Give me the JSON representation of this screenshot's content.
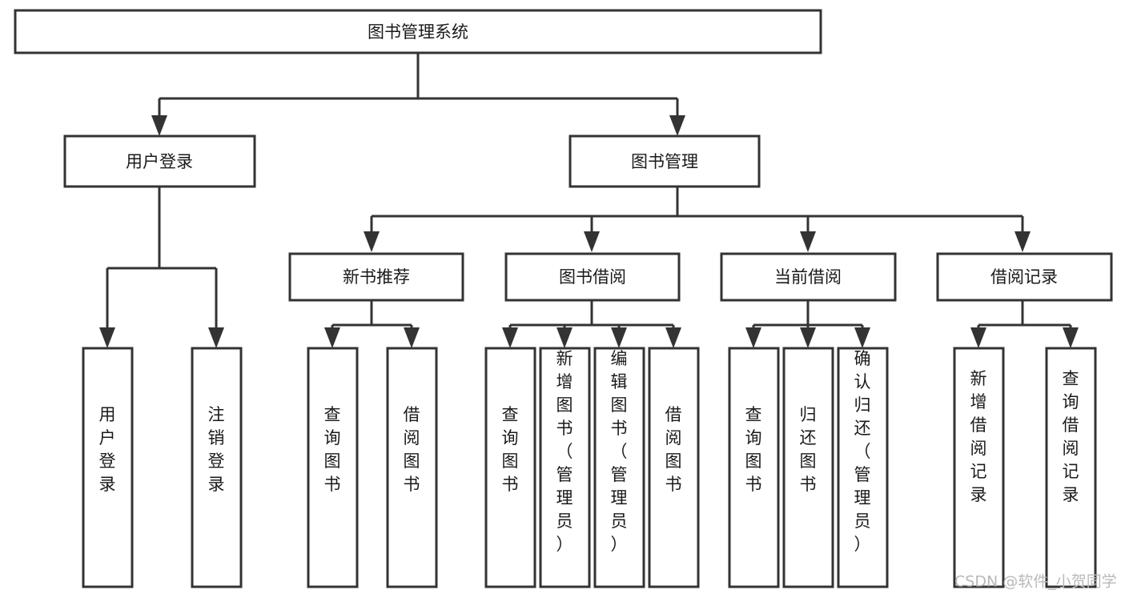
{
  "diagram": {
    "title": "图书管理系统",
    "watermark": "CSDN @软件_小贺同学",
    "colors": {
      "stroke": "#333333",
      "fill": "#ffffff",
      "text": "#1a1a1a",
      "watermark": "#b9b9b9"
    },
    "nodes": {
      "root": {
        "label": "图书管理系统"
      },
      "level2": [
        {
          "label": "用户登录"
        },
        {
          "label": "图书管理"
        }
      ],
      "level3": [
        {
          "label": "新书推荐"
        },
        {
          "label": "图书借阅"
        },
        {
          "label": "当前借阅"
        },
        {
          "label": "借阅记录"
        }
      ],
      "leaves": {
        "user_login": [
          {
            "label": "用户登录"
          },
          {
            "label": "注销登录"
          }
        ],
        "new_book": [
          {
            "label": "查询图书"
          },
          {
            "label": "借阅图书"
          }
        ],
        "borrow_book": [
          {
            "label": "查询图书"
          },
          {
            "label": "新增图书（管理员）"
          },
          {
            "label": "编辑图书（管理员）"
          },
          {
            "label": "借阅图书"
          }
        ],
        "current_borrow": [
          {
            "label": "查询图书"
          },
          {
            "label": "归还图书"
          },
          {
            "label": "确认归还（管理员）"
          }
        ],
        "borrow_record": [
          {
            "label": "新增借阅记录"
          },
          {
            "label": "查询借阅记录"
          }
        ]
      }
    }
  }
}
